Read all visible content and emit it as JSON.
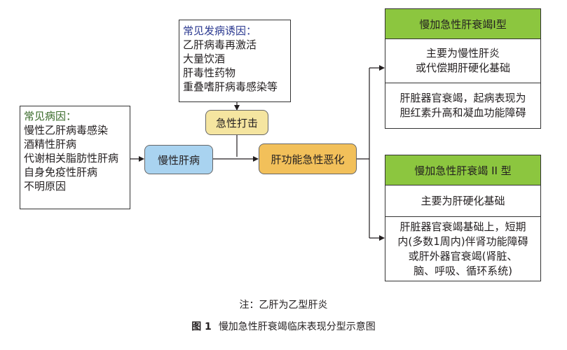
{
  "colors": {
    "chronic_box": "#a9d3f0",
    "trigger_box": "#f5e5a0",
    "deterioration_box": "#f2c05a",
    "type_header": "#8cc63f",
    "cause_heading": "#3a6b2a",
    "trigger_heading": "#2b3990"
  },
  "common_causes": {
    "heading": "常见病因：",
    "items": [
      "慢性乙肝病毒感染",
      "酒精性肝病",
      "代谢相关脂肪性肝病",
      "自身免疫性肝病",
      "不明原因"
    ]
  },
  "common_triggers": {
    "heading": "常见发病诱因：",
    "items": [
      "乙肝病毒再激活",
      "大量饮酒",
      "肝毒性药物",
      "重叠嗜肝病毒感染等"
    ]
  },
  "chronic_liver_disease": "慢性肝病",
  "acute_insult": "急性打击",
  "acute_deterioration": "肝功能急性恶化",
  "type1": {
    "title": "慢加急性肝衰竭I型",
    "basis": [
      "主要为慢性肝炎",
      "或代偿期肝硬化基础"
    ],
    "manifestation": [
      "肝脏器官衰竭，起病表现为",
      "胆红素升高和凝血功能障碍"
    ]
  },
  "type2": {
    "title": "慢加急性肝衰竭 II 型",
    "basis": [
      "主要为肝硬化基础"
    ],
    "manifestation": [
      "肝脏器官衰竭基础上，短期",
      "内(多数1周内)伴肾功能障碍",
      "或肝外器官衰竭(肾脏、",
      "脑、呼吸、循环系统)"
    ]
  },
  "note": "注：乙肝为乙型肝炎",
  "figure": {
    "label": "图 1",
    "title": "慢加急性肝衰竭临床表现分型示意图"
  }
}
